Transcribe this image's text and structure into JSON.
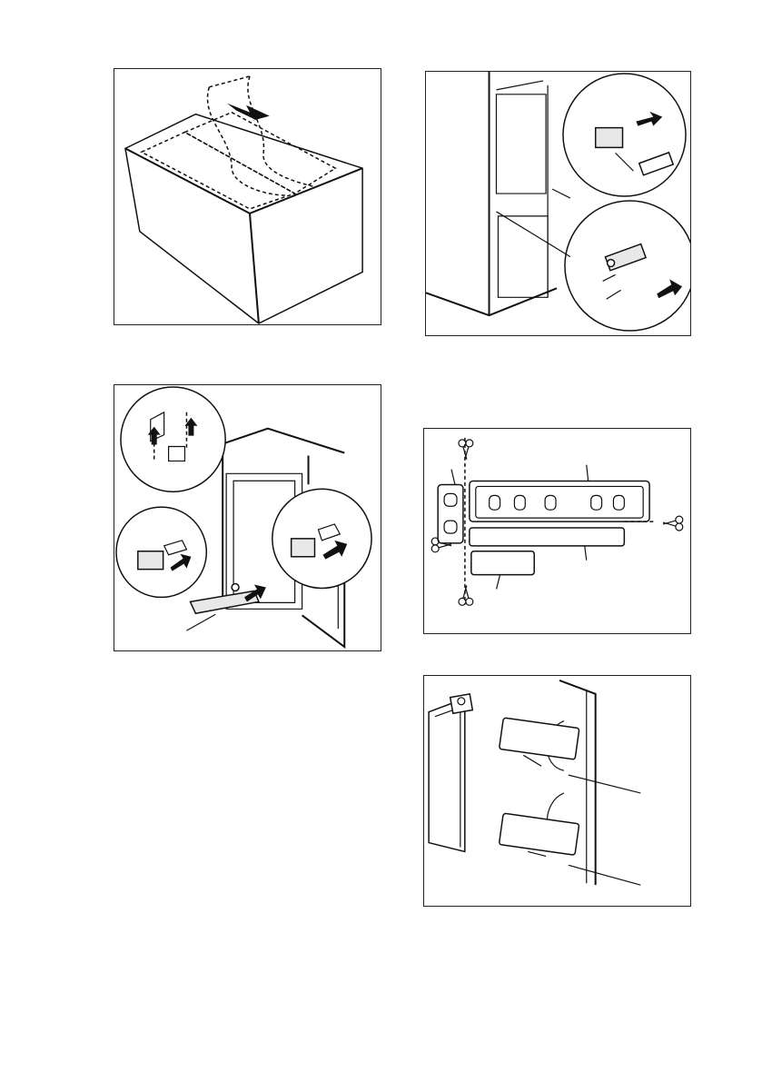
{
  "page": {
    "background": "#ffffff",
    "line_color": "#111111"
  },
  "figures": [
    {
      "id": "fig-box-unpacking",
      "icon": "box-top-flap-icon"
    },
    {
      "id": "fig-hinge-cover-install",
      "icon": "hinge-cover-magnifier-icon"
    },
    {
      "id": "fig-door-trim-components",
      "icon": "trim-components-icon"
    },
    {
      "id": "fig-trim-cutting",
      "icon": "scissors-cut-icon"
    },
    {
      "id": "fig-door-bracket-mounting",
      "icon": "door-bracket-screws-icon"
    }
  ]
}
